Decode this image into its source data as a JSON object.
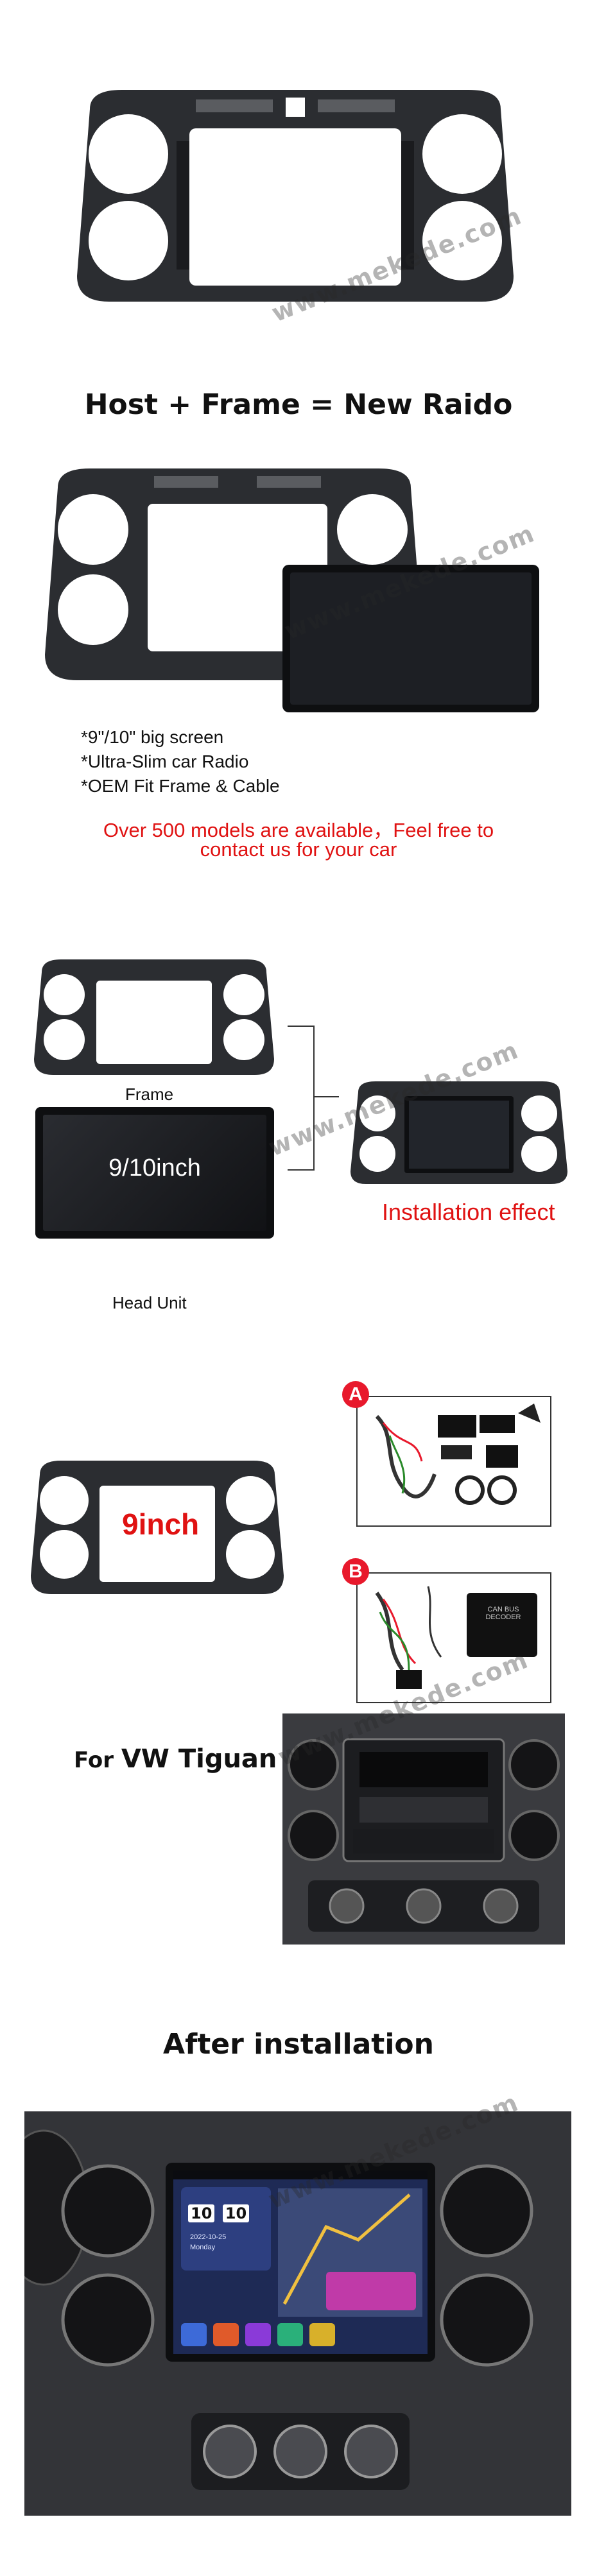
{
  "watermark": "www.mekede.com",
  "section1": {
    "heading": "Host + Frame = New Raido"
  },
  "features": {
    "items": [
      "*9\"/10\" big screen",
      "*Ultra-Slim car Radio",
      "*OEM Fit Frame & Cable"
    ],
    "promo_line1": "Over 500 models are available，Feel free to",
    "promo_line2": "contact us for your car"
  },
  "section2": {
    "frame_label": "Frame",
    "head_unit_screen": "9/10inch",
    "head_unit_label": "Head Unit",
    "installation_label": "Installation effect"
  },
  "section3": {
    "size_label": "9inch",
    "cable_a_badge": "A",
    "cable_b_badge": "B",
    "canbus_box_text": "CAN BUS DECODER",
    "for_prefix": "For ",
    "for_model": "VW Tiguan"
  },
  "section4": {
    "heading": "After installation",
    "clock_h": "10",
    "clock_m": "10",
    "date_text": "2022-10-25",
    "day_text": "Monday"
  },
  "colors": {
    "accent_red": "#e01212",
    "frame_dark": "#2b2d31",
    "badge_red": "#e8192c"
  }
}
